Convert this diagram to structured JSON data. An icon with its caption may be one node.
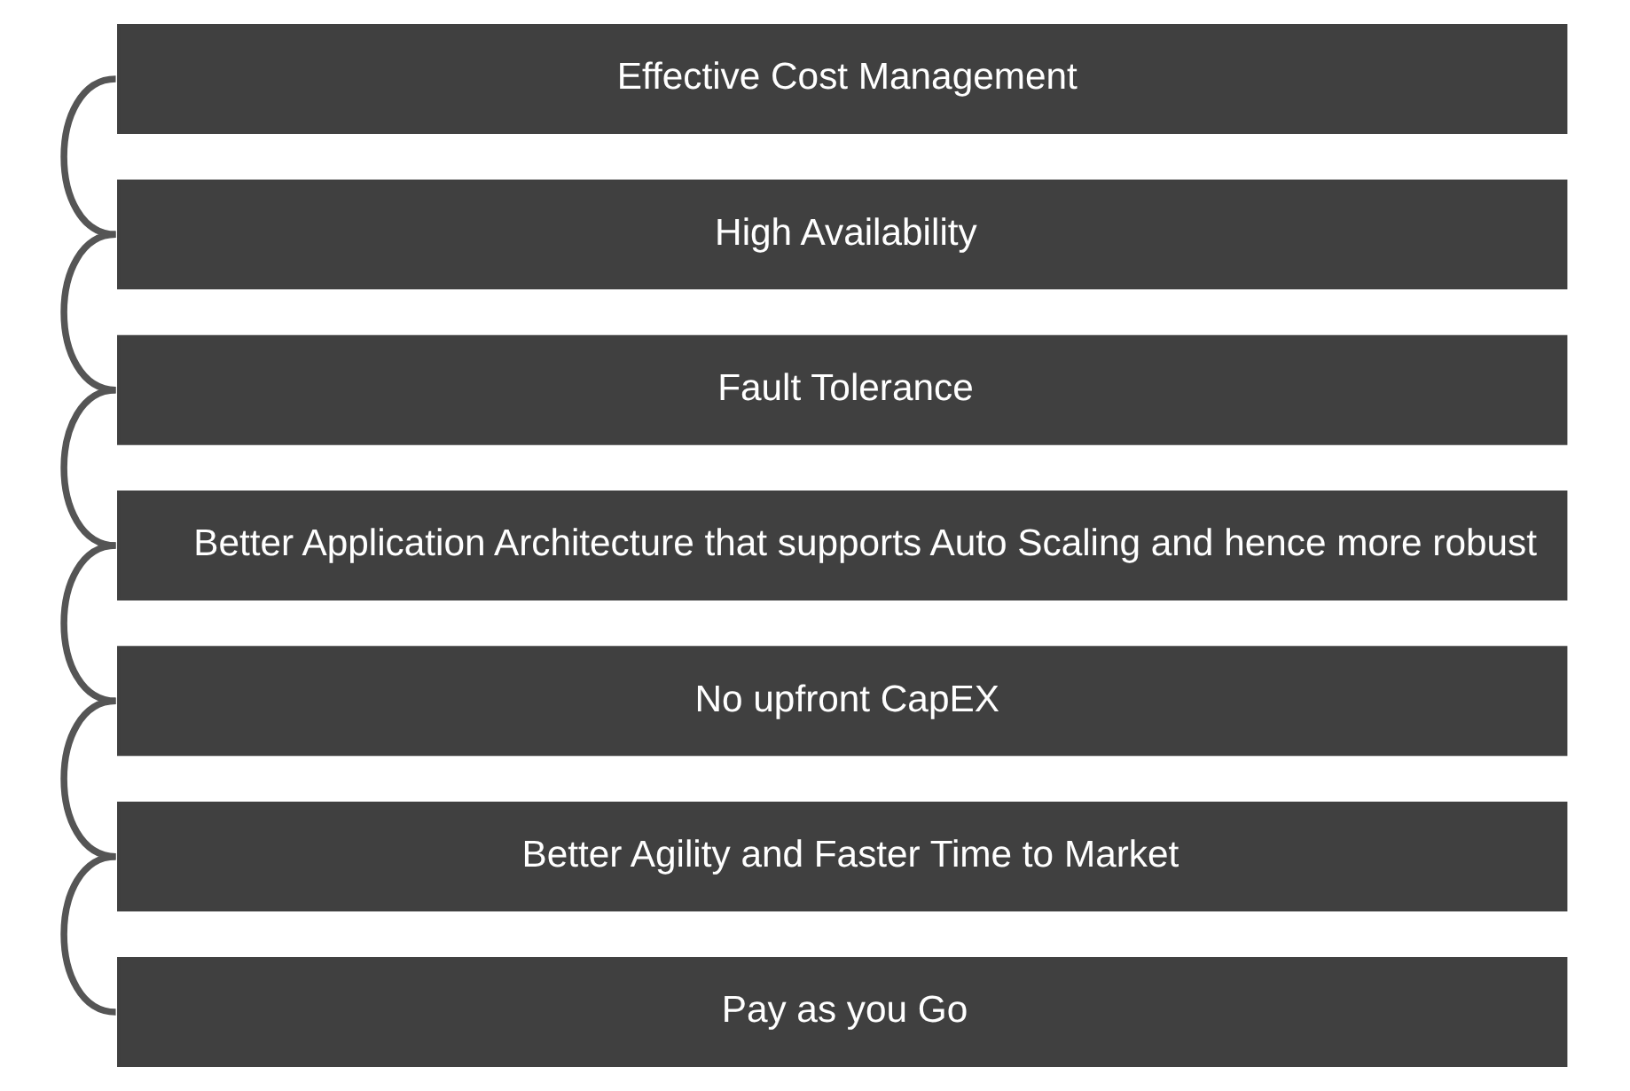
{
  "diagram": {
    "nodes": [
      {
        "text": [
          "Effective Cost Management"
        ]
      },
      {
        "text": [
          "High Availability"
        ]
      },
      {
        "text": [
          "Fault Tolerance"
        ]
      },
      {
        "text": [
          "Better Application Architecture that supports Auto Scaling and hence more robust"
        ]
      },
      {
        "text": [
          "No upfront CapEX"
        ]
      },
      {
        "text": [
          "Better Agility and Faster Time to Market"
        ]
      },
      {
        "text": [
          "Pay as you Go"
        ]
      }
    ],
    "edges": [
      {
        "from": 0,
        "to": 1,
        "arrow": "none"
      },
      {
        "from": 1,
        "to": 2,
        "arrow": "none"
      },
      {
        "from": 2,
        "to": 3,
        "arrow": "none"
      },
      {
        "from": 3,
        "to": 4,
        "arrow": "none"
      },
      {
        "from": 4,
        "to": 5,
        "arrow": "none"
      },
      {
        "from": 5,
        "to": 6,
        "arrow": "none"
      }
    ]
  }
}
